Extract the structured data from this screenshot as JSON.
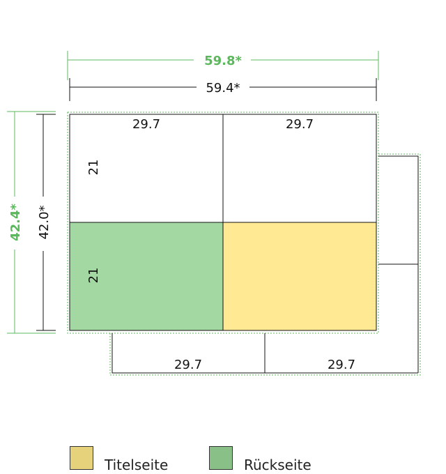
{
  "colors": {
    "green_dim": "#5cb85c",
    "black": "#111111",
    "front": "#ffe993",
    "back": "#a3d8a3",
    "legend_front": "#e5d27a",
    "legend_back": "#88c088"
  },
  "dimensions": {
    "bleed_width": "59.8*",
    "trim_width": "59.4*",
    "bleed_height": "42.4*",
    "trim_height": "42.0*"
  },
  "panels": {
    "top_left_width": "29.7",
    "top_right_width": "29.7",
    "left_upper_height": "21",
    "left_lower_height": "21",
    "bottom_flap_left_width": "29.7",
    "bottom_flap_right_width": "29.7"
  },
  "legend": {
    "front_label": "Titelseite",
    "back_label": "Rückseite"
  }
}
